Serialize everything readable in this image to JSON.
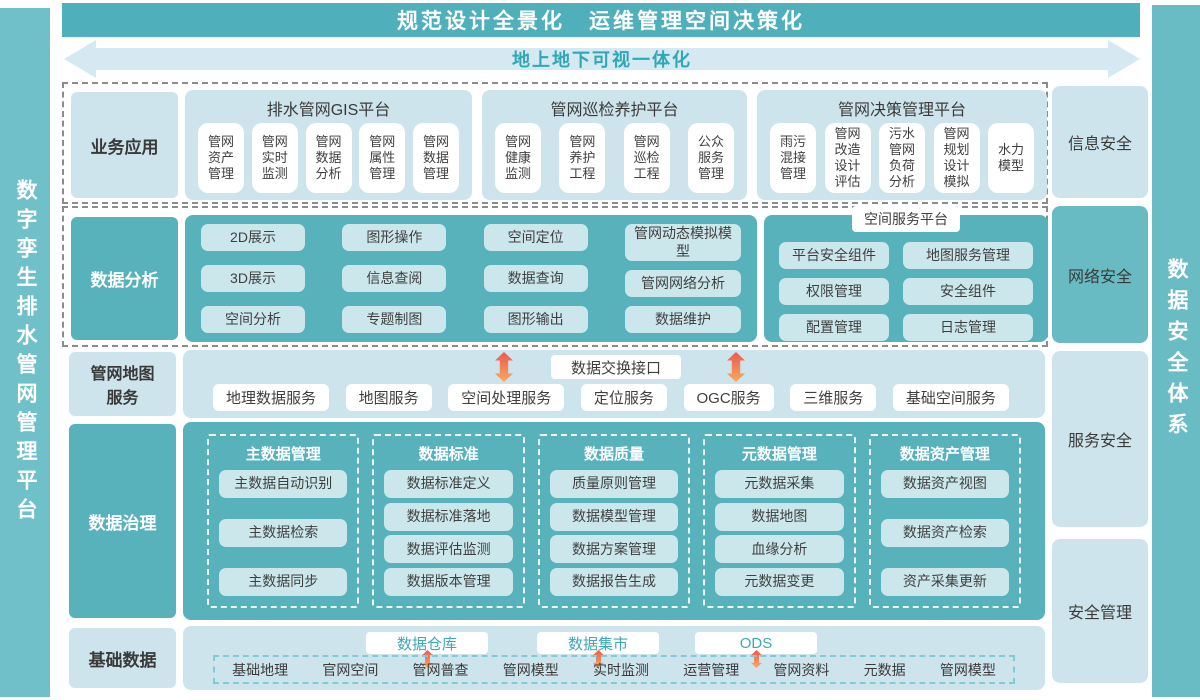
{
  "left_bar_title": "数字孪生排水管网管理平台",
  "right_bar_title": "数据安全体系",
  "header_title": "规范设计全景化　运维管理空间决策化",
  "banner_title": "地上地下可视一体化",
  "security": {
    "items": [
      "信息安全",
      "网络安全",
      "服务安全",
      "安全管理"
    ]
  },
  "business": {
    "label": "业务应用",
    "platforms": [
      {
        "title": "排水管网GIS平台",
        "items": [
          "管网资产管理",
          "管网实时监测",
          "管网数据分析",
          "管网属性管理",
          "管网数据管理"
        ]
      },
      {
        "title": "管网巡检养护平台",
        "items": [
          "管网健康监测",
          "管网养护工程",
          "管网巡检工程",
          "公众服务管理"
        ]
      },
      {
        "title": "管网决策管理平台",
        "items": [
          "雨污混接管理",
          "管网改造设计评估",
          "污水管网负荷分析",
          "管网规划设计模拟",
          "水力模型"
        ]
      }
    ]
  },
  "analysis": {
    "label": "数据分析",
    "grid": [
      [
        "2D展示",
        "3D展示",
        "空间分析"
      ],
      [
        "图形操作",
        "信息查阅",
        "专题制图"
      ],
      [
        "空间定位",
        "数据查询",
        "图形输出"
      ],
      [
        "管网动态模拟模型",
        "管网网络分析",
        "数据维护"
      ]
    ],
    "spatial_platform": {
      "title": "空间服务平台",
      "left": [
        "平台安全组件",
        "权限管理",
        "配置管理"
      ],
      "right": [
        "地图服务管理",
        "安全组件",
        "日志管理"
      ]
    }
  },
  "map_services": {
    "label": "管网地图服务",
    "exchange": "数据交换接口",
    "items": [
      "地理数据服务",
      "地图服务",
      "空间处理服务",
      "定位服务",
      "OGC服务",
      "三维服务",
      "基础空间服务"
    ]
  },
  "governance": {
    "label": "数据治理",
    "columns": [
      {
        "title": "主数据管理",
        "items": [
          "主数据自动识别",
          "主数据检索",
          "主数据同步"
        ]
      },
      {
        "title": "数据标准",
        "items": [
          "数据标准定义",
          "数据标准落地",
          "数据评估监测",
          "数据版本管理"
        ]
      },
      {
        "title": "数据质量",
        "items": [
          "质量原则管理",
          "数据模型管理",
          "数据方案管理",
          "数据报告生成"
        ]
      },
      {
        "title": "元数据管理",
        "items": [
          "元数据采集",
          "数据地图",
          "血缘分析",
          "元数据变更"
        ]
      },
      {
        "title": "数据资产管理",
        "items": [
          "数据资产视图",
          "数据资产检索",
          "资产采集更新"
        ]
      }
    ]
  },
  "base_data": {
    "label": "基础数据",
    "stores": [
      "数据仓库",
      "数据集市",
      "ODS"
    ],
    "sources": [
      "基础地理",
      "官网空间",
      "管网普查",
      "管网模型",
      "实时监测",
      "运营管理",
      "管网资料",
      "元数据",
      "管网模型"
    ]
  },
  "colors": {
    "teal": "#57b2bc",
    "side_bar": "#6fc0c8",
    "panel_blue": "#cee4ec",
    "chip_blue": "#cbe7ec",
    "banner_blue": "#d5e9f2",
    "ink": "#3f3f3f",
    "teal_text": "#3da9b5",
    "arrow_top": "#e95a4e",
    "arrow_bottom": "#f9aa60"
  }
}
